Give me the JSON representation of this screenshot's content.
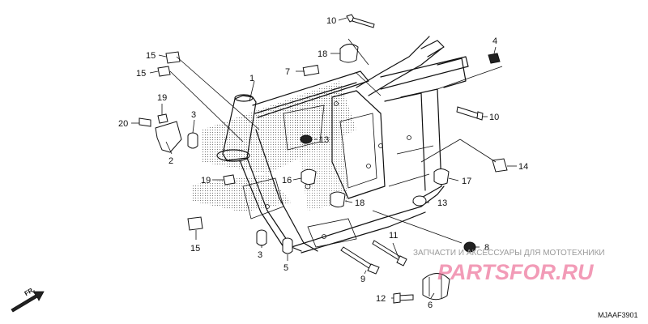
{
  "diagram": {
    "diagram_code": "MJAAF3901",
    "direction_label": "FR.",
    "callouts": [
      "1",
      "2",
      "3",
      "3",
      "4",
      "5",
      "6",
      "7",
      "8",
      "9",
      "10",
      "10",
      "11",
      "12",
      "13",
      "13",
      "14",
      "15",
      "15",
      "15",
      "16",
      "17",
      "18",
      "18",
      "19",
      "19",
      "20"
    ]
  },
  "watermark": {
    "caption": "ЗАПЧАСТИ И АКСЕССУАРЫ ДЛЯ МОТОТЕХНИКИ",
    "logo": "PARTSFOR.RU"
  }
}
